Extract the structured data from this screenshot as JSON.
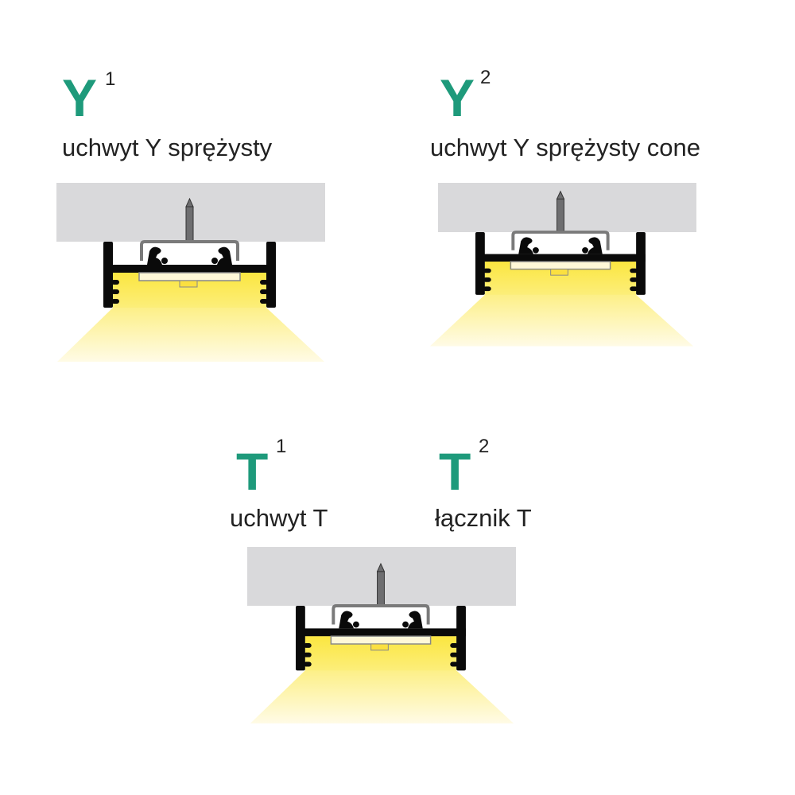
{
  "colors": {
    "accent": "#1e9a7b",
    "ceiling": "#d9d9db",
    "profile": "#0a0a0a",
    "clip": "#7a7a7a",
    "light": "#fbe84a"
  },
  "variants": [
    {
      "letter": "Y",
      "index": "1",
      "label": "uchwyt Y sprężysty"
    },
    {
      "letter": "Y",
      "index": "2",
      "label": "uchwyt Y sprężysty cone"
    },
    {
      "letter": "T",
      "index": "1",
      "label": "uchwyt T"
    },
    {
      "letter": "T",
      "index": "2",
      "label": "łącznik T"
    }
  ]
}
